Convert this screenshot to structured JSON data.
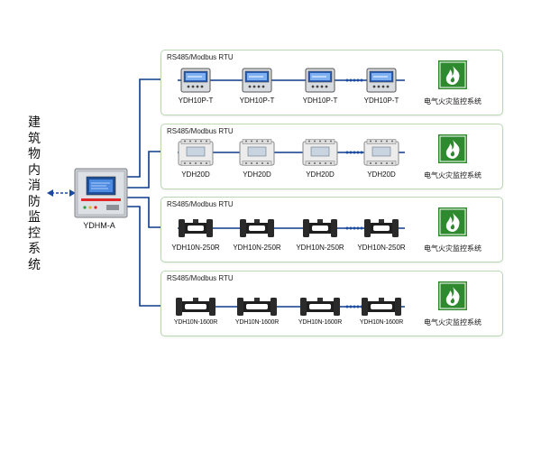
{
  "side_title": "建筑物内消防监控系统",
  "controller": {
    "label": "YDHM-A"
  },
  "groups": [
    {
      "protocol": "RS485/Modbus RTU",
      "device_type": "meter",
      "devices": [
        "YDH10P-T",
        "YDH10P-T",
        "YDH10P-T",
        "YDH10P-T"
      ],
      "system_label": "电气火灾监控系统"
    },
    {
      "protocol": "RS485/Modbus RTU",
      "device_type": "din",
      "devices": [
        "YDH20D",
        "YDH20D",
        "YDH20D",
        "YDH20D"
      ],
      "system_label": "电气火灾监控系统"
    },
    {
      "protocol": "RS485/Modbus RTU",
      "device_type": "ct",
      "devices": [
        "YDH10N-250R",
        "YDH10N-250R",
        "YDH10N-250R",
        "YDH10N-250R"
      ],
      "system_label": "电气火灾监控系统"
    },
    {
      "protocol": "RS485/Modbus RTU",
      "device_type": "ct-long",
      "devices": [
        "YDH10N-1600R",
        "YDH10N-1600R",
        "YDH10N-1600R",
        "YDH10N-1600R"
      ],
      "system_label": "电气火灾监控系统"
    }
  ],
  "colors": {
    "bus_line": "#0d3a8c",
    "group_border": "#b9d8b3",
    "fire_icon_bg": "#2f8a2f",
    "dots": "#1c4aa0",
    "arrow": "#1c4aa0"
  }
}
